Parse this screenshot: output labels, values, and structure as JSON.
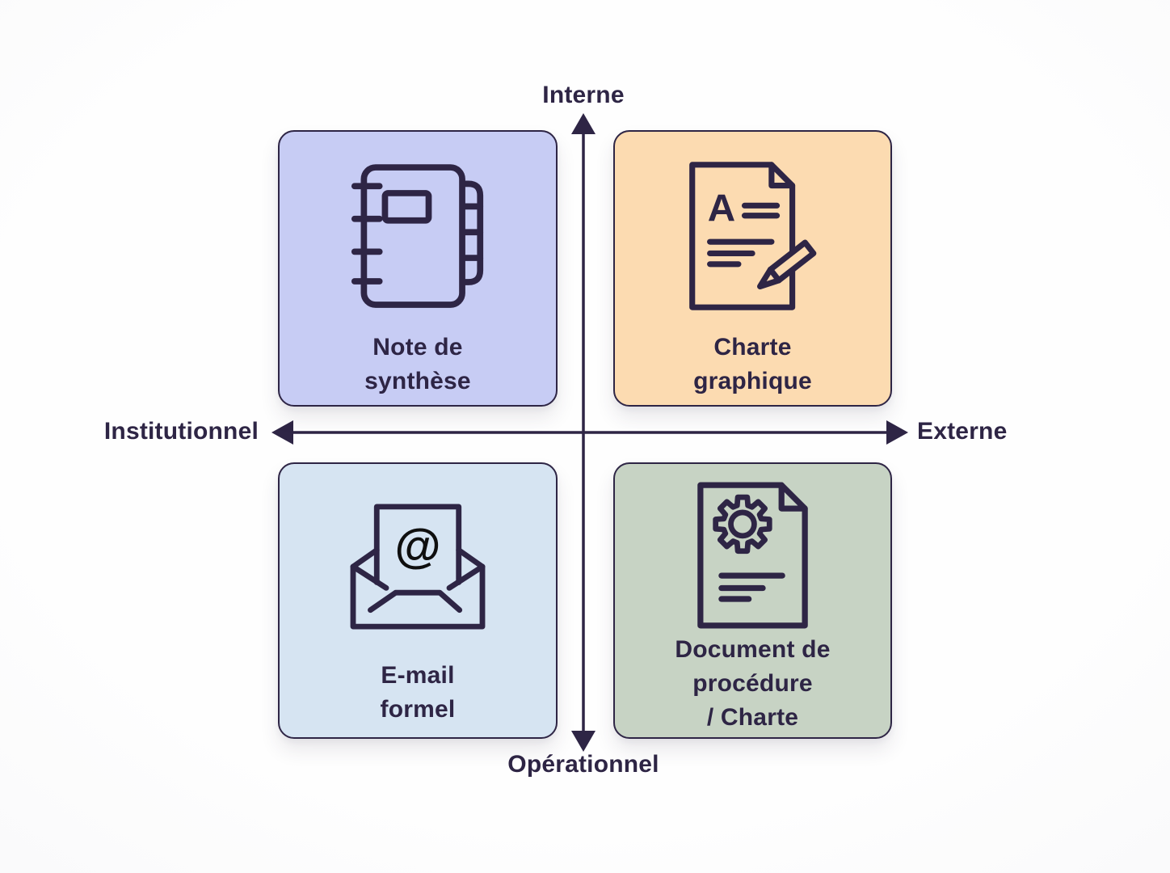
{
  "colors": {
    "ink": "#2e2545",
    "q_tl": "#c7ccf4",
    "q_tr": "#fcdbb1",
    "q_bl": "#d6e4f2",
    "q_br": "#c7d3c4",
    "at_black": "#0f0f0f"
  },
  "axis": {
    "top": "Interne",
    "bottom": "Opérationnel",
    "left": "Institutionnel",
    "right": "Externe"
  },
  "quadrants": {
    "top_left": {
      "label": "Note de\nsynthèse",
      "icon": "notebook-icon"
    },
    "top_right": {
      "label": "Charte\ngraphique",
      "icon": "document-pencil-icon"
    },
    "bottom_left": {
      "label": "E-mail\nformel",
      "icon": "envelope-email-icon"
    },
    "bottom_right": {
      "label": "Document de\nprocédure\n/ Charte",
      "icon": "document-gear-icon"
    }
  },
  "glyphs": {
    "letter_a": "A",
    "at_sign": "@"
  }
}
